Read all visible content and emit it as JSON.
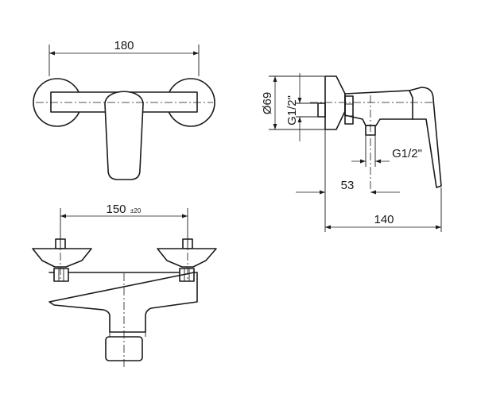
{
  "dimensions": {
    "width_total": "180",
    "center_distance": "150",
    "center_tolerance": "±20",
    "rosette_diameter": "Ø69",
    "thread_inlet": "G1/2\"",
    "thread_outlet": "G1/2\"",
    "outlet_offset": "53",
    "depth_total": "140"
  }
}
